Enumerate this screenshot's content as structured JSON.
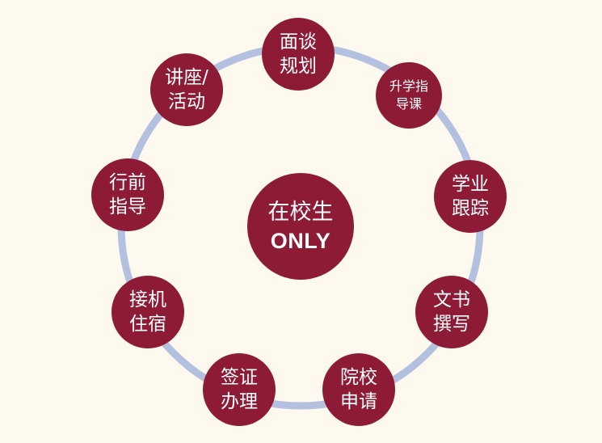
{
  "colors": {
    "background": "#fdf9ee",
    "node": "#8e1b35",
    "ring": "#b4c0e0",
    "text": "#ffffff"
  },
  "center": {
    "line1": "在校生",
    "line2": "ONLY"
  },
  "services": [
    {
      "line1": "面谈",
      "line2": "规划"
    },
    {
      "line1": "升学指",
      "line2": "导课"
    },
    {
      "line1": "学业",
      "line2": "跟踪"
    },
    {
      "line1": "文书",
      "line2": "撰写"
    },
    {
      "line1": "院校",
      "line2": "申请"
    },
    {
      "line1": "签证",
      "line2": "办理"
    },
    {
      "line1": "接机",
      "line2": "住宿"
    },
    {
      "line1": "行前",
      "line2": "指导"
    },
    {
      "line1": "讲座/",
      "line2": "活动"
    }
  ]
}
